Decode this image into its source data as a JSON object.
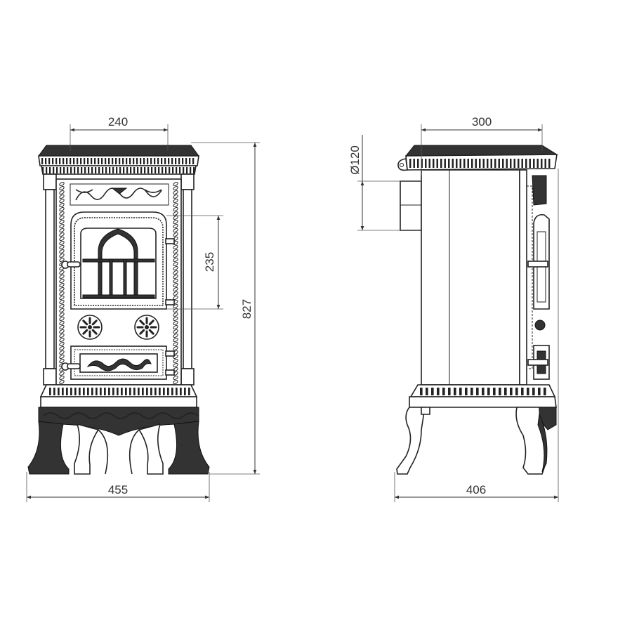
{
  "drawing": {
    "front_view": {
      "dimensions": {
        "top_width": "240",
        "door_height": "235",
        "total_height": "827",
        "total_width": "455"
      }
    },
    "side_view": {
      "dimensions": {
        "top_depth": "300",
        "flue_diameter": "Ø120",
        "total_depth": "406"
      }
    },
    "colors": {
      "line": "#222222",
      "background": "#ffffff"
    }
  }
}
